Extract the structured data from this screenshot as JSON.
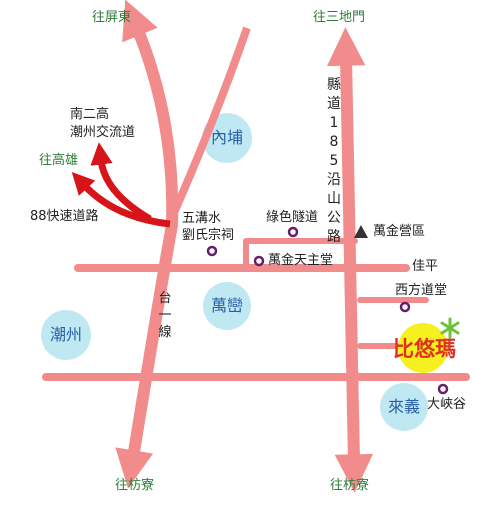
{
  "directions": {
    "pingtung": "往屏東",
    "sandimen": "往三地門",
    "kaohsiung": "往高雄",
    "fangliao_left": "往枋寮",
    "fangliao_right": "往枋寮"
  },
  "roads": {
    "county_185": "縣道185沿山公路",
    "provincial_1": "台一線",
    "expressway_88": "88快速道路",
    "nan_er_gao": "南二高",
    "chaozhou_interchange": "潮州交流道",
    "jiaping": "佳平"
  },
  "towns": {
    "neipu": "內埔",
    "wanluan": "萬巒",
    "chaozhou": "潮州",
    "laiyi": "來義"
  },
  "landmarks": {
    "wugoushui": "五溝水",
    "liu_shrine": "劉氏宗祠",
    "green_tunnel": "綠色隧道",
    "wanjin_campground": "萬金營區",
    "wanjin_church": "萬金天主堂",
    "xifang_hall": "西方道堂",
    "daxiagu": "大峽谷"
  },
  "destination": {
    "name": "比悠瑪"
  },
  "colors": {
    "road": "#f28b8b",
    "expressway": "#d8141b",
    "town_circle": "#bfe8f2",
    "destination_circle": "#f5f01e",
    "destination_text": "#e0301e",
    "landmark_marker": "#6a1b6b",
    "direction_text": "#2e7d3a"
  }
}
